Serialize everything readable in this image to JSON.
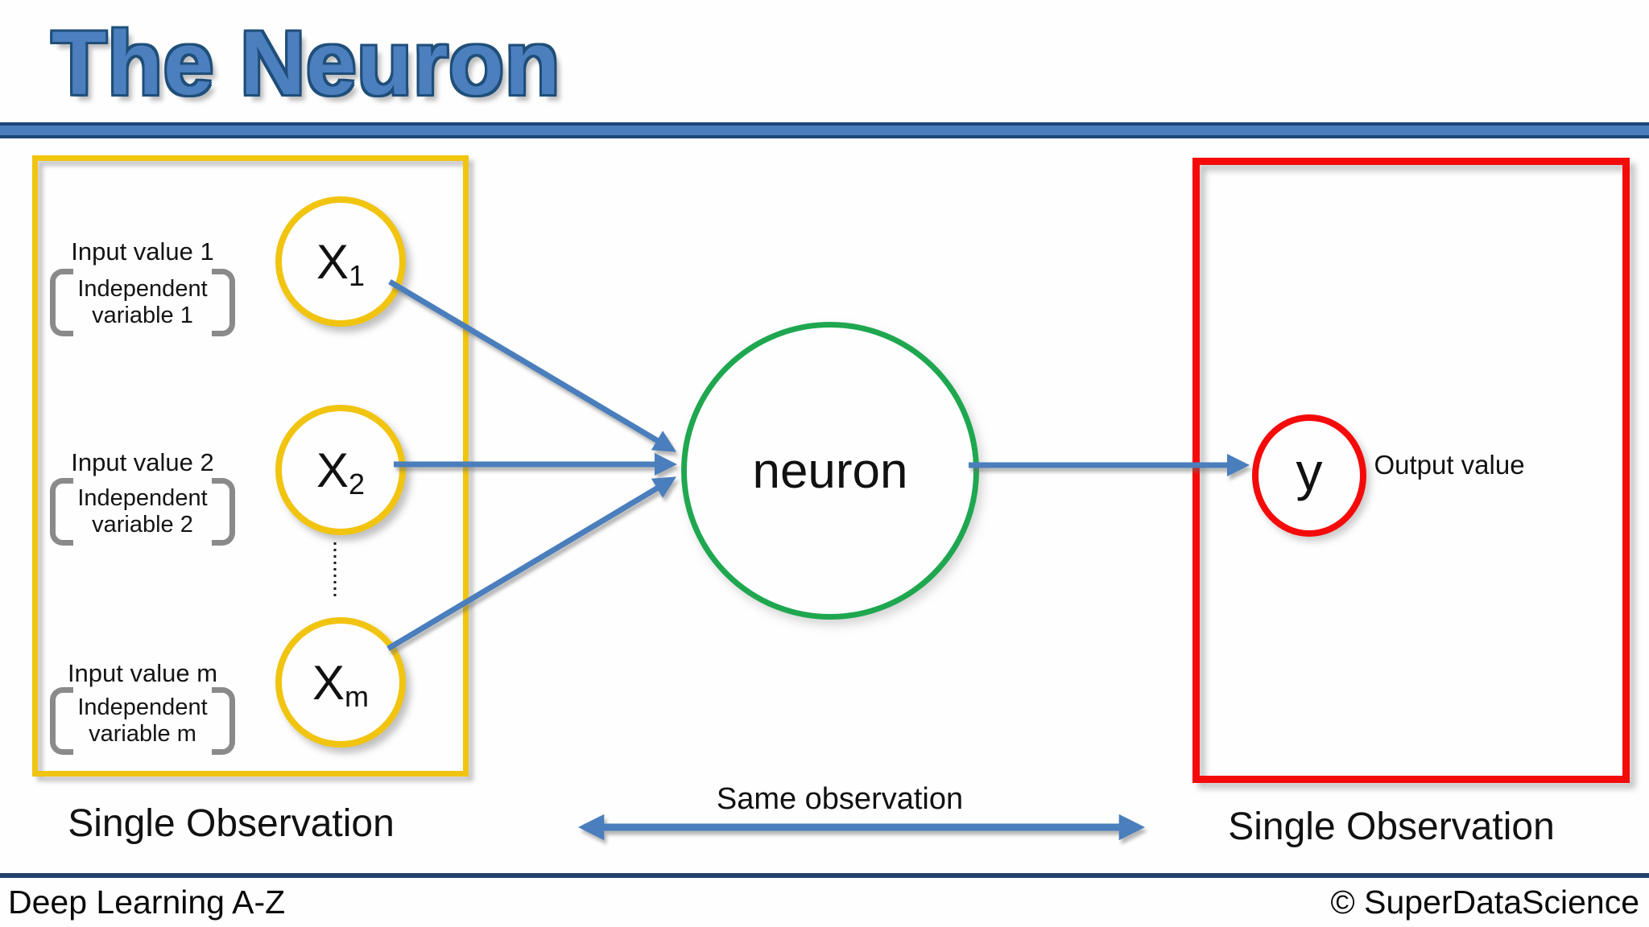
{
  "slide": {
    "title": "The Neuron"
  },
  "colors": {
    "accent_blue": "#4A7EBC",
    "title_blue": "#4C7FBE",
    "title_outline": "#1F4E79",
    "rule_navy": "#23406B",
    "box_yellow": "#F1C410",
    "neuron_green": "#1FA750",
    "output_red": "#F50A0A",
    "bracket_gray": "#8A8A8A",
    "text_black": "#141414"
  },
  "input_panel": {
    "caption": "Single Observation",
    "rows": [
      {
        "label": "Input value 1",
        "note_line1": "Independent",
        "note_line2": "variable 1",
        "node": {
          "base": "X",
          "sub": "1"
        }
      },
      {
        "label": "Input value 2",
        "note_line1": "Independent",
        "note_line2": "variable 2",
        "node": {
          "base": "X",
          "sub": "2"
        }
      },
      {
        "label": "Input value m",
        "note_line1": "Independent",
        "note_line2": "variable m",
        "node": {
          "base": "X",
          "sub": "m"
        }
      }
    ]
  },
  "neuron": {
    "label": "neuron"
  },
  "output_panel": {
    "caption": "Single Observation",
    "node": {
      "base": "y"
    },
    "value_label": "Output value"
  },
  "annotation": {
    "same_observation": "Same observation"
  },
  "footer": {
    "left": "Deep Learning A-Z",
    "right": "© SuperDataScience"
  }
}
